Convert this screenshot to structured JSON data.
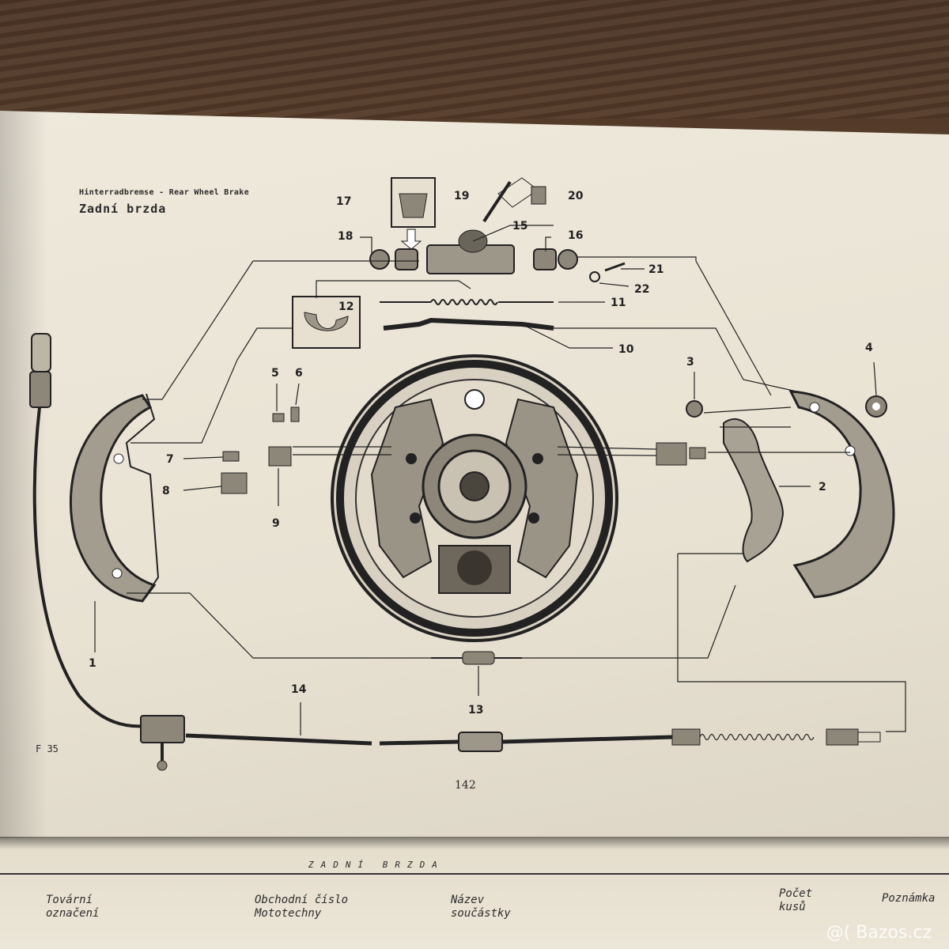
{
  "header": {
    "subtitle": "Hinterradbremse - Rear Wheel Brake",
    "title": "Zadní brzda"
  },
  "figure_label": "F 35",
  "page_number": "142",
  "callouts": [
    "1",
    "2",
    "3",
    "4",
    "5",
    "6",
    "7",
    "8",
    "9",
    "10",
    "11",
    "12",
    "13",
    "14",
    "15",
    "16",
    "17",
    "18",
    "19",
    "20",
    "21",
    "22"
  ],
  "table": {
    "title": "ZADNÍ BRZDA",
    "columns": [
      {
        "line1": "Tovární",
        "line2": "označení"
      },
      {
        "line1": "Obchodní číslo",
        "line2": "Mototechny"
      },
      {
        "line1": "Název",
        "line2": "součástky"
      },
      {
        "line1": "Počet",
        "line2": "kusů"
      },
      {
        "line1": "Poznámka",
        "line2": ""
      }
    ]
  },
  "watermark": "@( Bazos.cz",
  "colors": {
    "paper": "#ebe5d7",
    "ink": "#222222",
    "wood": "#5a3f2c"
  }
}
